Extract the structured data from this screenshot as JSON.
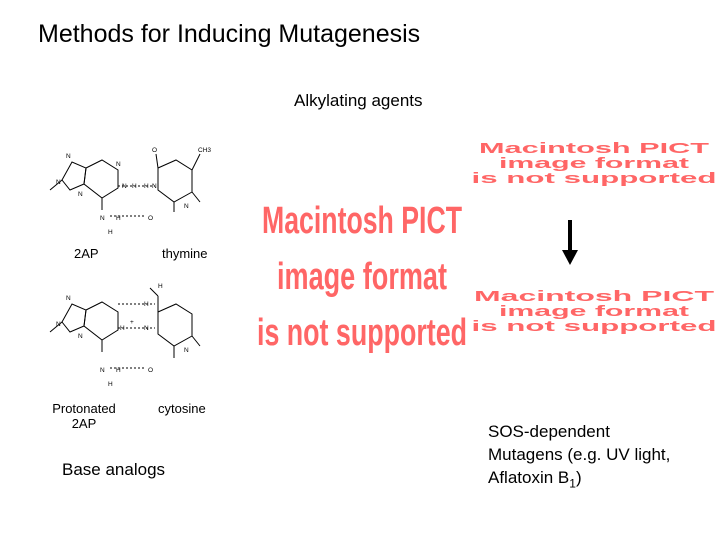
{
  "title": "Methods for Inducing Mutagenesis",
  "alkylating_label": "Alkylating agents",
  "pair1": {
    "left_label": "2AP",
    "right_label": "thymine"
  },
  "pair2": {
    "left_label_line1": "Protonated",
    "left_label_line2": "2AP",
    "right_label": "cytosine"
  },
  "base_analogs_label": "Base analogs",
  "sos": {
    "line1": "SOS-dependent",
    "line2": "Mutagens (e.g. UV light,",
    "line3_prefix": "Aflatoxin B",
    "line3_sub": "1",
    "line3_suffix": ")"
  },
  "pict_placeholder": {
    "line1": "Macintosh PICT",
    "line2": "image format",
    "line3": "is not supported"
  },
  "structure_atoms": {
    "N": "N",
    "H": "H",
    "O": "O",
    "CH3": "CH3",
    "plus": "+"
  },
  "colors": {
    "pict_text": "#ff6666",
    "text": "#000000"
  }
}
